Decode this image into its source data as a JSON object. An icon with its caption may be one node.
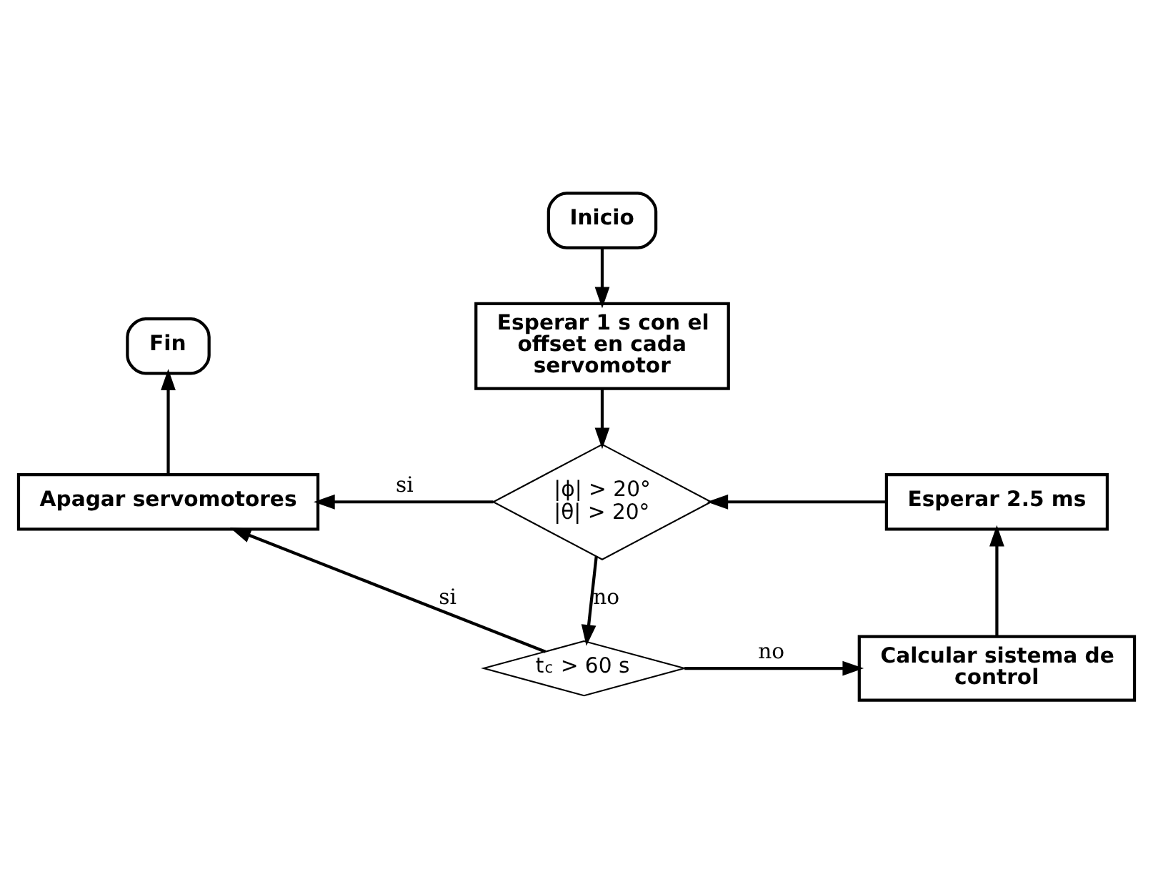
{
  "diagram": {
    "nodes": [
      {
        "text": [
          "Inicio"
        ]
      },
      {
        "text": [
          "Esperar 1 s con el offset en cada servomotor"
        ]
      },
      {
        "text": [
          "|ϕ| > 20°",
          "|θ| > 20°"
        ]
      },
      {
        "text": [
          "Fin"
        ]
      },
      {
        "text": [
          "Apagar servomotores"
        ]
      },
      {
        "text": [
          "Esperar 2.5 ms"
        ]
      },
      {
        "text": [
          "t$_{c}$ > 60 s"
        ]
      },
      {
        "text": [
          "Calcular sistema de control"
        ]
      }
    ],
    "edges": [
      {
        "from": 0,
        "to": 1,
        "arrow": "to"
      },
      {
        "from": 1,
        "to": 2,
        "arrow": "to"
      },
      {
        "from": 2,
        "to": 4,
        "arrow": "to",
        "label": "si"
      },
      {
        "from": 2,
        "to": 6,
        "arrow": "to",
        "label": "no"
      },
      {
        "from": 6,
        "to": 4,
        "arrow": "to",
        "label": "si"
      },
      {
        "from": 6,
        "to": 7,
        "arrow": "to",
        "label": "no"
      },
      {
        "from": 7,
        "to": 5,
        "arrow": "to"
      },
      {
        "from": 5,
        "to": 2,
        "arrow": "to"
      },
      {
        "from": 4,
        "to": 3,
        "arrow": "to"
      }
    ]
  }
}
